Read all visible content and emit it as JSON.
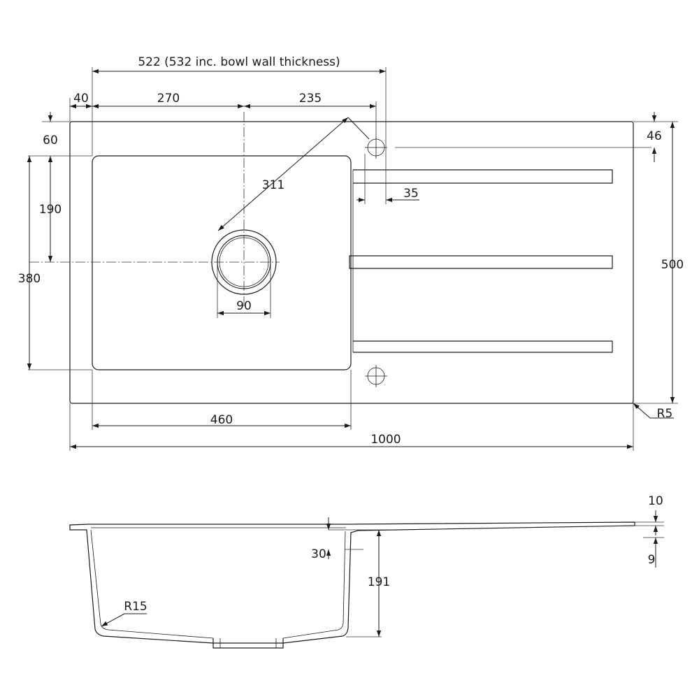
{
  "drawing": {
    "line_color": "#1a1a1a",
    "background": "#ffffff",
    "plan_view": {
      "overall_bowl_width": "522 (532 inc. bowl wall thickness)",
      "bowl_left_offset": "40",
      "waste_centre_from_bowl": "270",
      "tap_hole_offset": "235",
      "bowl_top_offset": "60",
      "tap_hole_from_top": "46",
      "diagonal_to_tap_hole": "311",
      "tap_hole_from_bowl_edge": "35",
      "waste_from_top": "190",
      "bowl_depth_plan": "380",
      "overall_depth": "500",
      "waste_diameter": "90",
      "bowl_width": "460",
      "overall_width": "1000",
      "corner_radius": "R5"
    },
    "section_view": {
      "rim_thickness": "10",
      "drainer_drop": "9",
      "ledge_depth": "30",
      "bowl_depth": "191",
      "inner_radius": "R15"
    }
  }
}
